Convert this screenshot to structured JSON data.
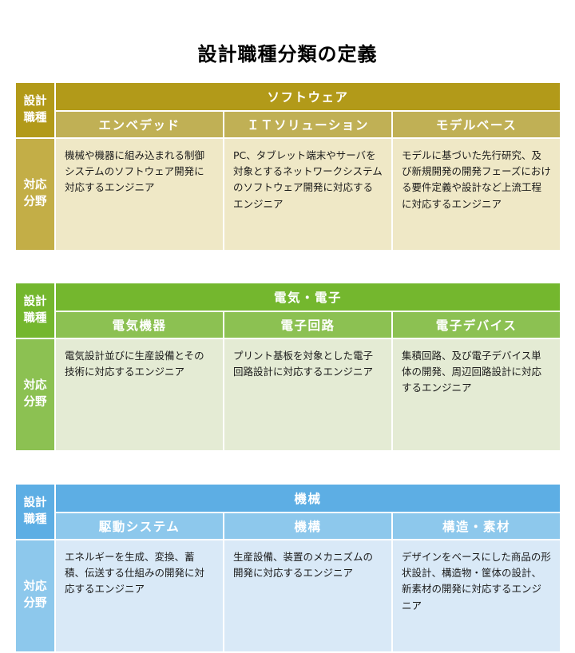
{
  "title": "設計職種分類の定義",
  "row_labels": {
    "category": "設計職種",
    "category_line1": "設計",
    "category_line2": "職種",
    "scope": "対応分野",
    "scope_line1": "対応",
    "scope_line2": "分野"
  },
  "colors": {
    "gold_dark": "#B29A19",
    "gold_mid": "#C0B055",
    "gold_label_bottom": "#C3AE47",
    "gold_body": "#EFE8C6",
    "green_dark": "#74B72E",
    "green_mid": "#8CC152",
    "green_body": "#E4EBD4",
    "blue_dark": "#5DAEE4",
    "blue_mid": "#8DC8EC",
    "blue_body": "#D9E9F7",
    "title_text": "#000000",
    "header_text": "#FFFFFF",
    "body_text": "#1A1A1A",
    "page_background": "#FFFFFF"
  },
  "tables": [
    {
      "id": "software",
      "main_header": "ソフトウェア",
      "columns": [
        {
          "sub_header": "エンベデッド",
          "description": "機械や機器に組み込まれる制御システムのソフトウェア開発に対応するエンジニア"
        },
        {
          "sub_header": "ＩＴソリューション",
          "description": "PC、タブレット端末やサーバを対象とするネットワークシステムのソフトウェア開発に対応するエンジニア"
        },
        {
          "sub_header": "モデルベース",
          "description": "モデルに基づいた先行研究、及び新規開発の開発フェーズにおける要件定義や設計など上流工程に対応するエンジニア"
        }
      ]
    },
    {
      "id": "electric-electronic",
      "main_header": "電気・電子",
      "columns": [
        {
          "sub_header": "電気機器",
          "description": "電気設計並びに生産設備とその技術に対応するエンジニア"
        },
        {
          "sub_header": "電子回路",
          "description": "プリント基板を対象とした電子回路設計に対応するエンジニア"
        },
        {
          "sub_header": "電子デバイス",
          "description": "集積回路、及び電子デバイス単体の開発、周辺回路設計に対応するエンジニア"
        }
      ]
    },
    {
      "id": "mechanical",
      "main_header": "機械",
      "columns": [
        {
          "sub_header": "駆動システム",
          "description": "エネルギーを生成、変換、蓄積、伝送する仕組みの開発に対応するエンジニア"
        },
        {
          "sub_header": "機構",
          "description": "生産設備、装置のメカニズムの開発に対応するエンジニア"
        },
        {
          "sub_header": "構造・素材",
          "description": "デザインをベースにした商品の形状設計、構造物・筐体の設計、新素材の開発に対応するエンジニア"
        }
      ]
    }
  ]
}
